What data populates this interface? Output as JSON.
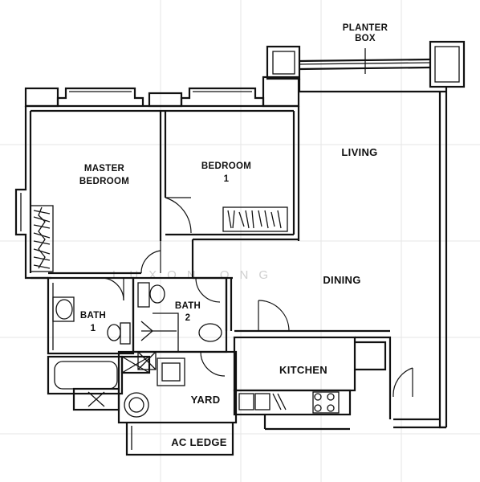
{
  "plan": {
    "watermark": "LUXON ONG",
    "labels": {
      "planter_box_1": "PLANTER",
      "planter_box_2": "BOX",
      "master_bedroom_1": "MASTER",
      "master_bedroom_2": "BEDROOM",
      "bedroom1_1": "BEDROOM",
      "bedroom1_2": "1",
      "living": "LIVING",
      "dining": "DINING",
      "bath1_1": "BATH",
      "bath1_2": "1",
      "bath2_1": "BATH",
      "bath2_2": "2",
      "kitchen": "KITCHEN",
      "yard": "YARD",
      "ac_ledge": "AC LEDGE"
    }
  }
}
